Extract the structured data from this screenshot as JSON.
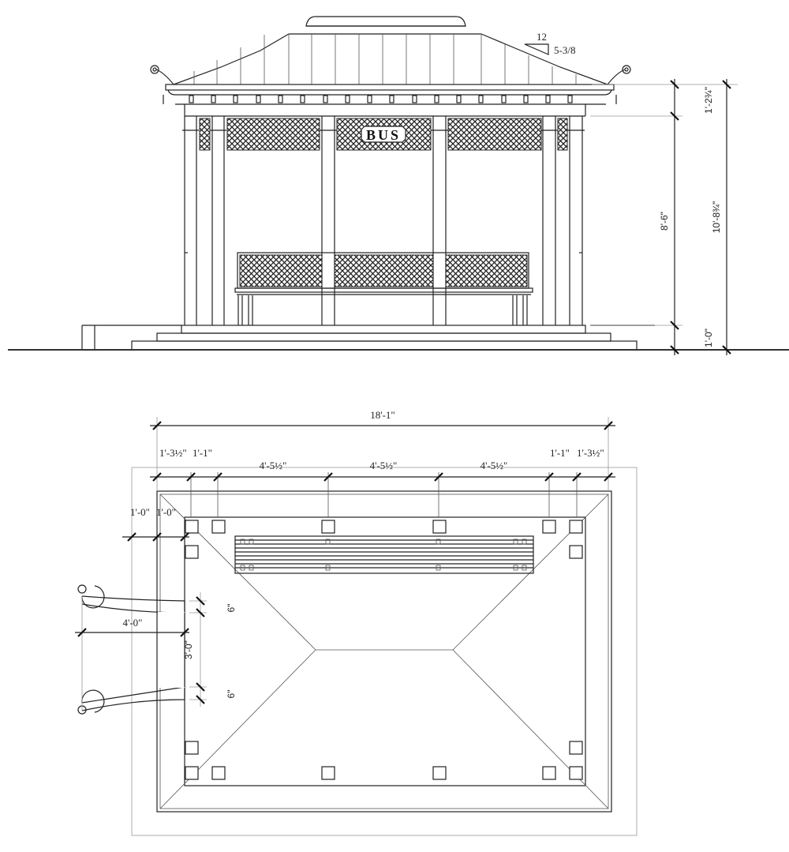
{
  "elevation": {
    "sign_text": "BUS",
    "roof_slope": {
      "run": "12",
      "rise": "5-3/8"
    },
    "dimensions": {
      "roof_fascia_height": "1'-2¾\"",
      "column_height": "8'-6\"",
      "total_height": "10'-8¾\"",
      "base_height": "1'-0\""
    }
  },
  "plan": {
    "dimensions": {
      "overall_width": "18'-1\"",
      "left_outer": "1'-3½\"",
      "left_inner": "1'-1\"",
      "bay_1": "4'-5½\"",
      "bay_2": "4'-5½\"",
      "bay_3": "4'-5½\"",
      "right_inner": "1'-1\"",
      "right_outer": "1'-3½\"",
      "side_offset_1": "1'-0\"",
      "side_offset_2": "1'-0\"",
      "scroll_length": "4'-0\"",
      "scroll_gap": "3'-0\"",
      "scroll_width_top": "6\"",
      "scroll_width_bottom": "6\""
    }
  }
}
